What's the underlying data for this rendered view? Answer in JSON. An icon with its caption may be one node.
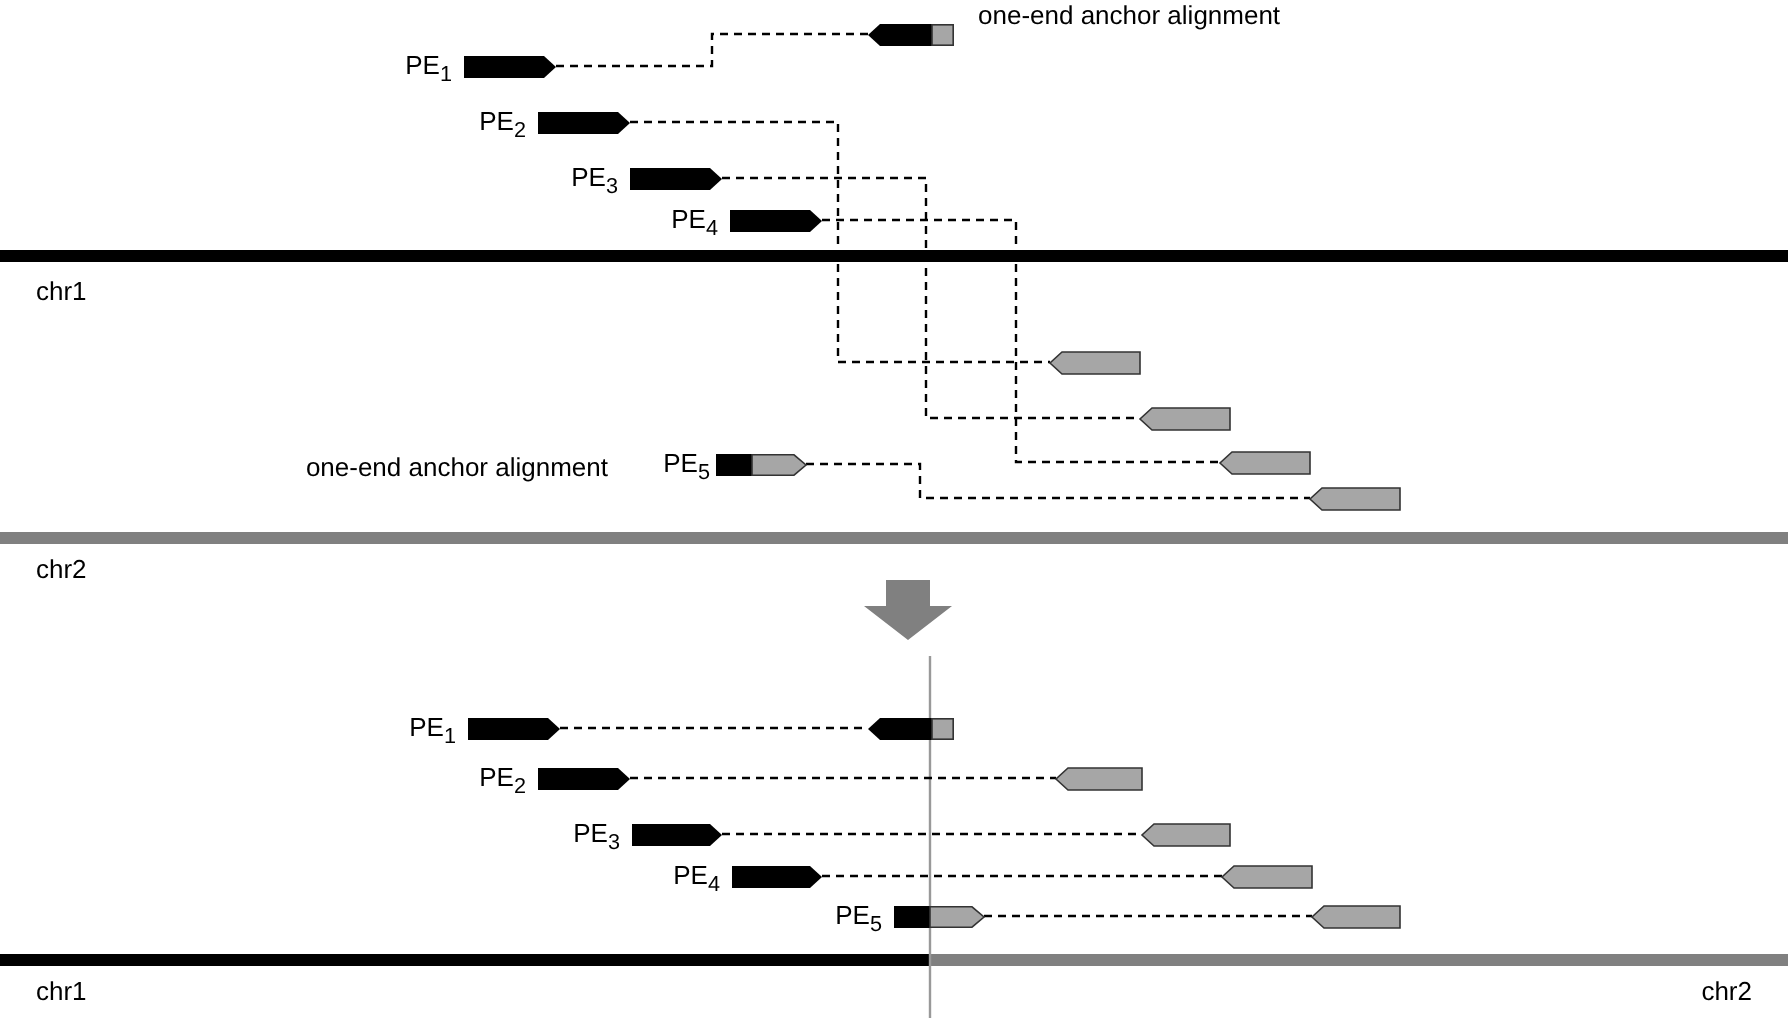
{
  "diagram": {
    "nodes": [
      {
        "text": [],
        "shape": "bar",
        "beside": [
          "PE$_{1}$"
        ]
      },
      {
        "text": [],
        "shape": "bar",
        "beside": [
          "one-end anchor alignment"
        ]
      },
      {
        "text": [],
        "shape": "bar",
        "beside": [
          "PE$_{2}$"
        ]
      },
      {
        "text": [],
        "shape": "bar",
        "beside": [
          "PE$_{3}$"
        ]
      },
      {
        "text": [],
        "shape": "bar",
        "beside": [
          "PE$_{4}$"
        ]
      },
      {
        "text": [],
        "shape": "bar"
      },
      {
        "text": [],
        "shape": "bar"
      },
      {
        "text": [],
        "shape": "bar"
      },
      {
        "text": [],
        "shape": "bar",
        "beside": [
          "one-end anchor alignment",
          "PE$_{5}$"
        ]
      },
      {
        "text": [],
        "shape": "bar"
      },
      {
        "text": [],
        "shape": "bar",
        "beside": [
          "PE$_{1}$"
        ]
      },
      {
        "text": [],
        "shape": "bar"
      },
      {
        "text": [],
        "shape": "bar",
        "beside": [
          "PE$_{2}$"
        ]
      },
      {
        "text": [],
        "shape": "bar"
      },
      {
        "text": [],
        "shape": "bar",
        "beside": [
          "PE$_{3}$"
        ]
      },
      {
        "text": [],
        "shape": "bar"
      },
      {
        "text": [],
        "shape": "bar",
        "beside": [
          "PE$_{4}$"
        ]
      },
      {
        "text": [],
        "shape": "bar"
      },
      {
        "text": [],
        "shape": "bar",
        "beside": [
          "PE$_{5}$"
        ]
      },
      {
        "text": [],
        "shape": "bar"
      }
    ],
    "edges": [
      {
        "from": 0,
        "to": 1,
        "arrow": "none",
        "style": "dashed"
      },
      {
        "from": 2,
        "to": 5,
        "arrow": "none",
        "style": "dashed"
      },
      {
        "from": 3,
        "to": 6,
        "arrow": "none",
        "style": "dashed"
      },
      {
        "from": 4,
        "to": 7,
        "arrow": "none",
        "style": "dashed"
      },
      {
        "from": 8,
        "to": 9,
        "arrow": "none",
        "style": "dashed"
      },
      {
        "from": 10,
        "to": 11,
        "arrow": "none",
        "style": "dashed"
      },
      {
        "from": 12,
        "to": 13,
        "arrow": "none",
        "style": "dashed"
      },
      {
        "from": 14,
        "to": 15,
        "arrow": "none",
        "style": "dashed"
      },
      {
        "from": 16,
        "to": 17,
        "arrow": "none",
        "style": "dashed"
      },
      {
        "from": 18,
        "to": 19,
        "arrow": "none",
        "style": "dashed"
      }
    ],
    "labels": [
      "chr1",
      "chr2",
      "chr1",
      "chr2"
    ]
  }
}
